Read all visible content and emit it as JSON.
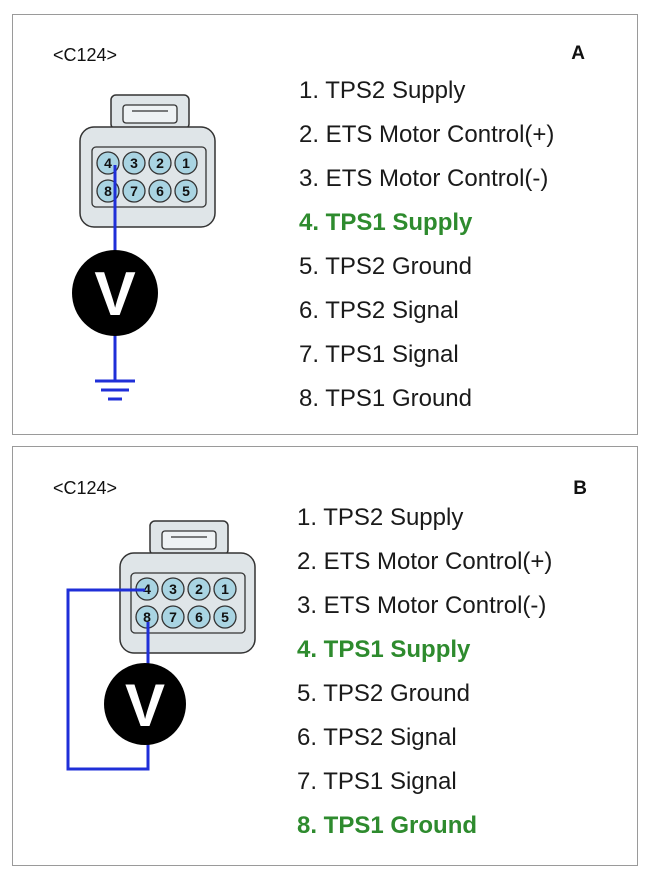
{
  "colors": {
    "wire": "#1f2fd8",
    "highlight": "#2e8b2e",
    "pin_fill": "#a9d4e2",
    "connector_body": "#dfe5e8",
    "meter": "#000000"
  },
  "panels": [
    {
      "connector_id": "<C124>",
      "letter": "A",
      "meter_label": "V",
      "top_row_pins": [
        "4",
        "3",
        "2",
        "1"
      ],
      "bottom_row_pins": [
        "8",
        "7",
        "6",
        "5"
      ],
      "pins": [
        {
          "text": "1. TPS2 Supply",
          "highlight": false
        },
        {
          "text": "2. ETS Motor Control(+)",
          "highlight": false
        },
        {
          "text": "3. ETS Motor Control(-)",
          "highlight": false
        },
        {
          "text": "4. TPS1 Supply",
          "highlight": true
        },
        {
          "text": "5. TPS2 Ground",
          "highlight": false
        },
        {
          "text": "6. TPS2 Signal",
          "highlight": false
        },
        {
          "text": "7. TPS1 Signal",
          "highlight": false
        },
        {
          "text": "8. TPS1 Ground",
          "highlight": false
        }
      ],
      "ground_icon": "ground-symbol-icon"
    },
    {
      "connector_id": "<C124>",
      "letter": "B",
      "meter_label": "V",
      "top_row_pins": [
        "4",
        "3",
        "2",
        "1"
      ],
      "bottom_row_pins": [
        "8",
        "7",
        "6",
        "5"
      ],
      "pins": [
        {
          "text": "1. TPS2 Supply",
          "highlight": false
        },
        {
          "text": "2. ETS Motor Control(+)",
          "highlight": false
        },
        {
          "text": "3. ETS Motor Control(-)",
          "highlight": false
        },
        {
          "text": "4. TPS1 Supply",
          "highlight": true
        },
        {
          "text": "5. TPS2 Ground",
          "highlight": false
        },
        {
          "text": "6. TPS2 Signal",
          "highlight": false
        },
        {
          "text": "7. TPS1 Signal",
          "highlight": false
        },
        {
          "text": "8. TPS1 Ground",
          "highlight": true
        }
      ]
    }
  ]
}
